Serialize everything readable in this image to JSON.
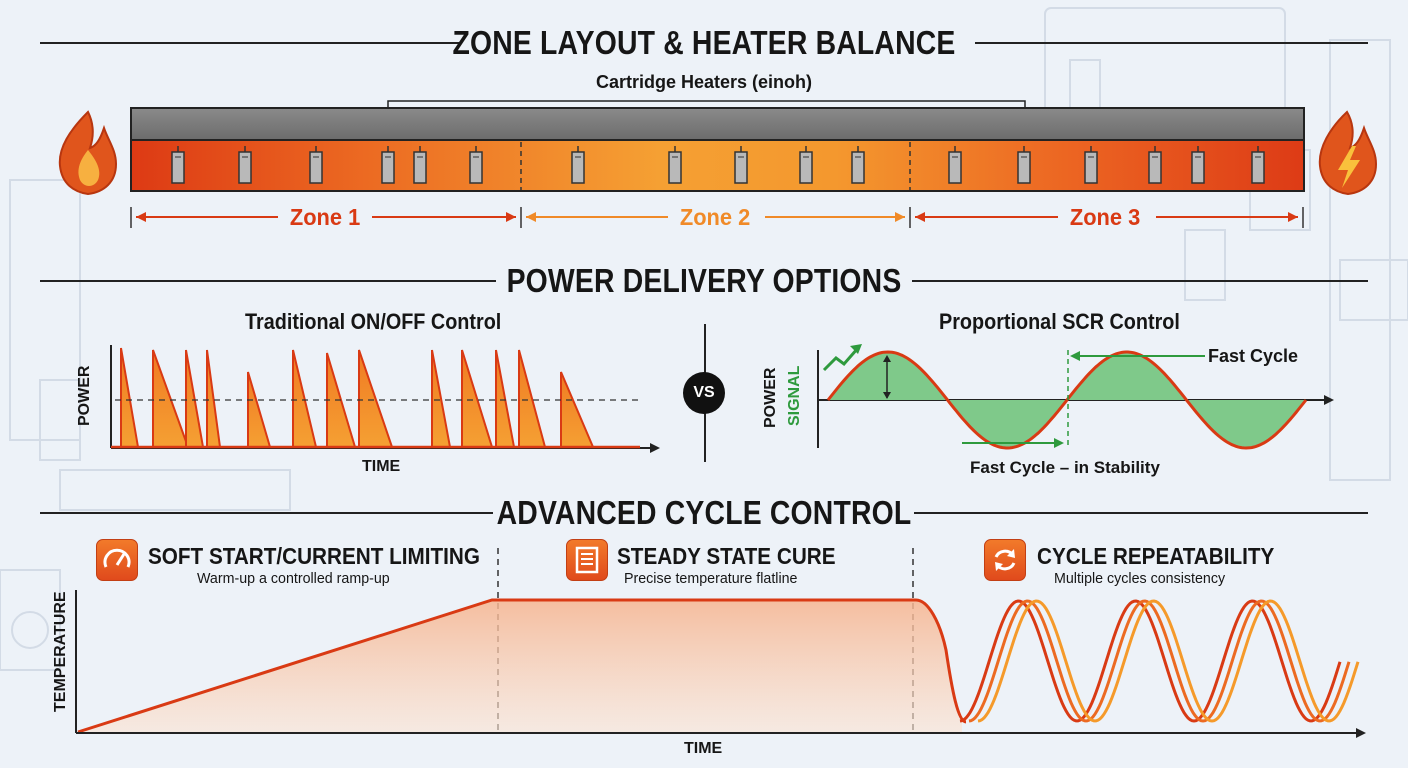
{
  "sections": {
    "zone_layout": {
      "title": "ZONE LAYOUT & HEATER BALANCE",
      "heater_label": "Cartridge Heaters (einoh)",
      "zones": [
        "Zone 1",
        "Zone 2",
        "Zone 3"
      ],
      "heater_count": 17
    },
    "power_delivery": {
      "title": "POWER DELIVERY OPTIONS",
      "left": {
        "title": "Traditional ON/OFF Control",
        "ylabel": "POWER",
        "xlabel": "TIME"
      },
      "vs": "VS",
      "right": {
        "title": "Proportional SCR Control",
        "ylabel_1": "POWER",
        "ylabel_2": "SIGNAL",
        "annotation_top": "Fast Cycle",
        "annotation_bottom": "Fast Cycle – in Stability"
      }
    },
    "cycle_control": {
      "title": "ADVANCED CYCLE CONTROL",
      "ylabel": "TEMPERATURE",
      "xlabel": "TIME",
      "features": [
        {
          "title": "SOFT START/CURRENT LIMITING",
          "subtitle": "Warm-up a controlled ramp-up",
          "icon": "gauge-icon"
        },
        {
          "title": "STEADY STATE CURE",
          "subtitle": "Precise temperature flatline",
          "icon": "list-icon"
        },
        {
          "title": "CYCLE REPEATABILITY",
          "subtitle": "Multiple cycles consistency",
          "icon": "refresh-icon"
        }
      ]
    }
  },
  "colors": {
    "red": "#d93a14",
    "orange": "#f07a23",
    "amber": "#f59a2a",
    "green": "#2e9a3d",
    "green_fill": "#7fc98a",
    "gray": "#7b7b7b"
  }
}
